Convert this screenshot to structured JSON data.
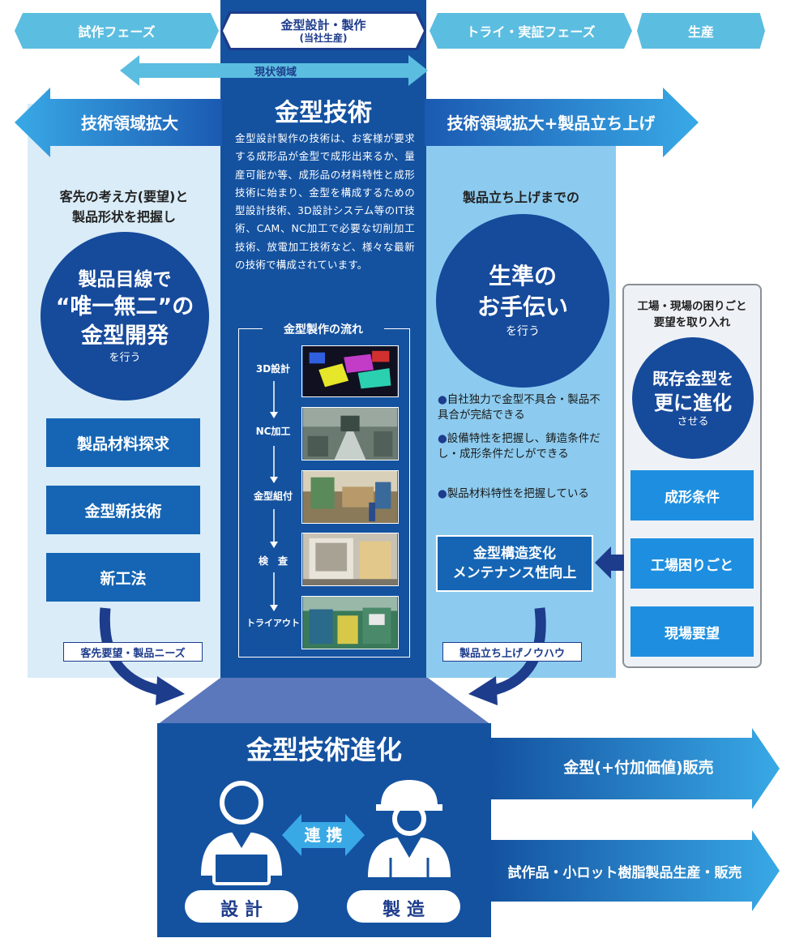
{
  "phases": {
    "prototype": "試作フェーズ",
    "mold_design_line1": "金型設計・製作",
    "mold_design_line2": "(当社生産)",
    "trial": "トライ・実証フェーズ",
    "production": "生産"
  },
  "current_domain": "現状領域",
  "left_arrow": "技術領域拡大",
  "right_arrow": "技術領域拡大+製品立ち上げ",
  "center": {
    "title": "金型技術",
    "description": "金型設計製作の技術は、お客様が要求する成形品が金型で成形出来るか、量産可能か等、成形品の材料特性と成形技術に始まり、金型を構成するための型設計技術、3D設計システム等のIT技術、CAM、NC加工で必要な切削加工技術、放電加工技術など、様々な最新の技術で構成されています。",
    "flow_title": "金型製作の流れ",
    "flow_steps": [
      "3D設計",
      "NC加工",
      "金型組付",
      "検　査",
      "トライアウト"
    ]
  },
  "left": {
    "intro_line1": "客先の考え方(要望)と",
    "intro_line2": "製品形状を把握し",
    "circle_line1": "製品目線で",
    "circle_line2": "“唯一無二”の",
    "circle_line3": "金型開発",
    "circle_line4": "を行う",
    "boxes": [
      "製品材料探求",
      "金型新技術",
      "新工法"
    ],
    "needs_label": "客先要望・製品ニーズ"
  },
  "right": {
    "intro": "製品立ち上げまでの",
    "circle_line1": "生準の",
    "circle_line2": "お手伝い",
    "circle_line3": "を行う",
    "bullets": [
      "自社独力で金型不具合・製品不具合が完結できる",
      "設備特性を把握し、鋳造条件だし・成形条件だしができる",
      "製品材料特性を把握している"
    ],
    "change_line1": "金型構造変化",
    "change_line2": "メンテナンス性向上",
    "knowhow_label": "製品立ち上げノウハウ"
  },
  "far_right": {
    "header_line1": "工場・現場の困りごと",
    "header_line2": "要望を取り入れ",
    "circle_line1": "既存金型を",
    "circle_line2": "更に進化",
    "circle_line3": "させる",
    "boxes": [
      "成形条件",
      "工場困りごと",
      "現場要望"
    ]
  },
  "bottom": {
    "title": "金型技術進化",
    "collab": "連 携",
    "design": "設 計",
    "manufacture": "製 造",
    "sale1": "金型(+付加価値)販売",
    "sale2": "試作品・小ロット樹脂製品生産・販売"
  },
  "colors": {
    "dark_blue": "#1d3c8c",
    "mid_blue": "#1452a0",
    "light_blue": "#5bbde0",
    "pale_blue": "#d9ecf8"
  }
}
